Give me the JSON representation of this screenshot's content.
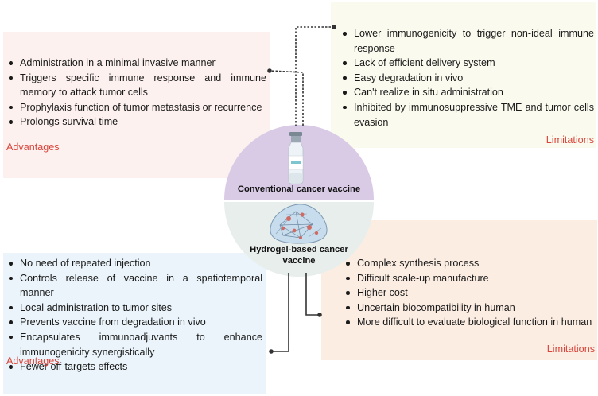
{
  "advantages_conventional": {
    "items": [
      "Administration in a minimal invasive manner",
      "Triggers specific immune response and immune memory to attack tumor cells",
      "Prophylaxis function of tumor metastasis or recurrence",
      "Prolongs survival time"
    ],
    "label": "Advantages"
  },
  "limitations_conventional": {
    "items": [
      "Lower immunogenicity to trigger non-ideal immune response",
      "Lack of efficient delivery system",
      "Easy degradation in vivo",
      "Can't realize in situ administration",
      "Inhibited by immunosuppressive TME and tumor cells evasion"
    ],
    "label": "Limitations"
  },
  "advantages_hydrogel": {
    "items": [
      "No need of repeated injection",
      "Controls release of vaccine in a spatiotemporal manner",
      "Local administration to tumor sites",
      "Prevents vaccine from degradation in vivo",
      "Encapsulates immunoadjuvants to enhance immunogenicity synergistically",
      "Fewer off-targets effects"
    ],
    "label": "Advantages"
  },
  "limitations_hydrogel": {
    "items": [
      "Complex synthesis process",
      "Difficult scale-up manufacture",
      "Higher cost",
      "Uncertain biocompatibility in human",
      "More difficult to evaluate biological function in human"
    ],
    "label": "Limitations"
  },
  "center": {
    "conventional_label": "Conventional cancer vaccine",
    "hydrogel_label": "Hydrogel-based cancer vaccine"
  },
  "colors": {
    "advantages_conventional_bg": "#fcf1ef",
    "limitations_conventional_bg": "#fbfaee",
    "advantages_hydrogel_bg": "#eaf4fa",
    "limitations_hydrogel_bg": "#fcede3",
    "conventional_circle": "#d9cbe6",
    "hydrogel_circle": "#e8eeec",
    "panel_label": "#d9453b"
  },
  "icons": [
    "vaccine-vial-icon",
    "hydrogel-icon"
  ]
}
